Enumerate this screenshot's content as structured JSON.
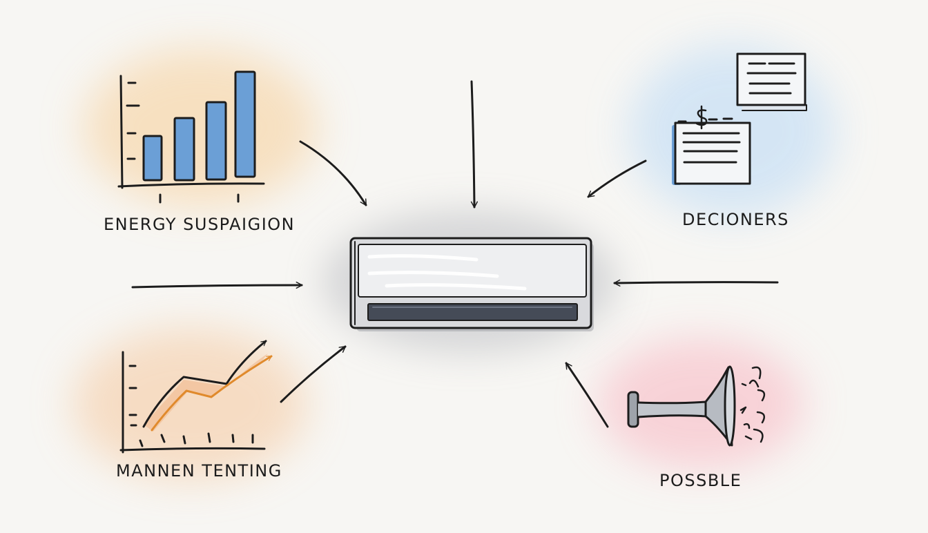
{
  "labels": {
    "energy": "ENERGY SUSPAIGION",
    "decioners": "DECIONERS",
    "mannen": "MANNEN TENTING",
    "possble": "POSSBLE"
  },
  "colors": {
    "ink": "#1c1c1c",
    "bar_blue": "#6b9fd6",
    "trend_orange": "#e08a2c",
    "wash_orange": "#f7d9b0",
    "wash_blue": "#cfe3f5",
    "wash_pink": "#f8c9d0",
    "unit_grey": "#d9dadd"
  },
  "icons": [
    "bar-chart-icon",
    "documents-icon",
    "trend-chart-icon",
    "horn-fan-icon",
    "air-conditioner-icon"
  ]
}
